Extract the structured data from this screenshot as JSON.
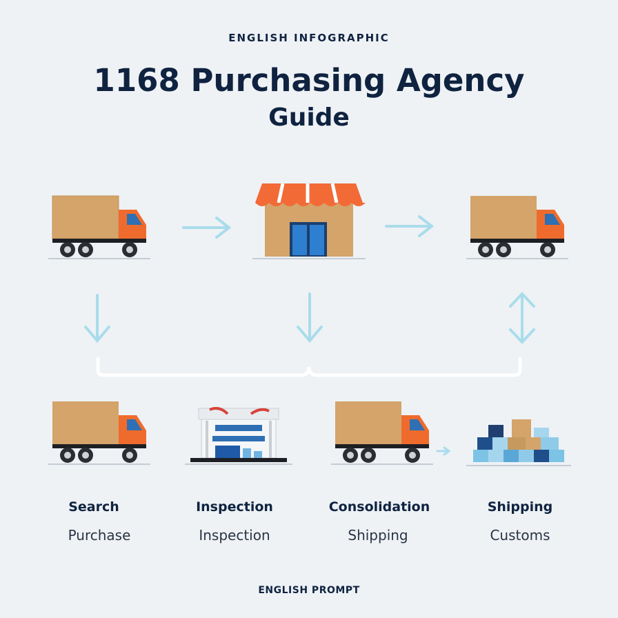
{
  "header": {
    "kicker": "ENGLISH INFOGRAPHIC",
    "title": "1168 Purchasing Agency",
    "subtitle": "Guide"
  },
  "steps": [
    {
      "title": "Search",
      "subtitle": "Purchase",
      "icon": "truck-icon"
    },
    {
      "title": "Inspection",
      "subtitle": "Inspection",
      "icon": "warehouse-icon"
    },
    {
      "title": "Consolidation",
      "subtitle": "Shipping",
      "icon": "truck-icon"
    },
    {
      "title": "Shipping",
      "subtitle": "Customs",
      "icon": "boxes-icon"
    }
  ],
  "top_row_icons": [
    "truck-icon",
    "store-icon",
    "truck-icon"
  ],
  "footer": {
    "text": "ENGLISH PROMPT"
  },
  "colors": {
    "cargo": "#d4a46a",
    "cab": "#ef6b2d",
    "awning": "#f26a35",
    "window": "#2f6fb3",
    "arrow": "#a9dceb",
    "text": "#0f2340"
  }
}
